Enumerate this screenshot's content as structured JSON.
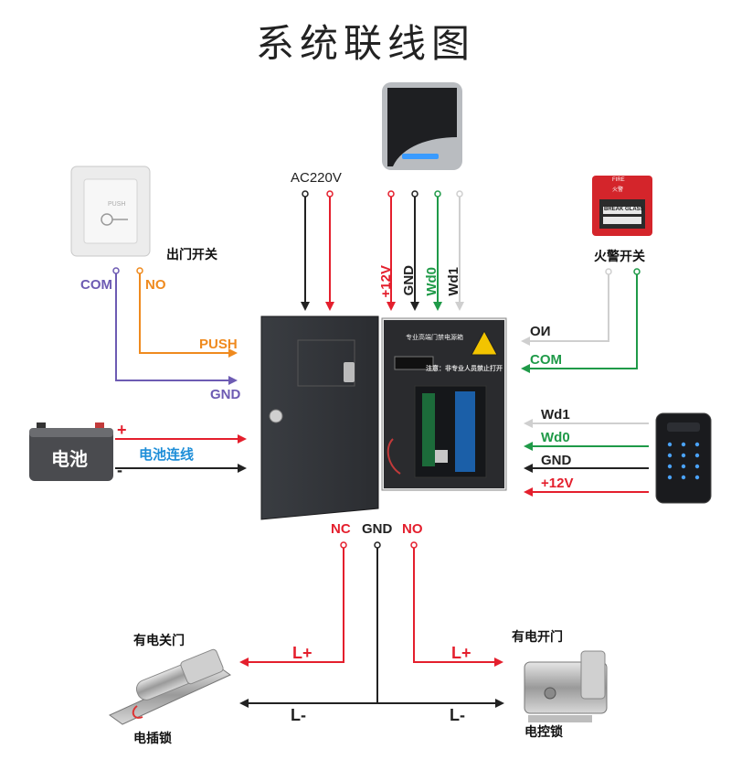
{
  "title": "系统联线图",
  "top": {
    "ac220v": "AC220V",
    "p12v": "+12V",
    "gnd": "GND",
    "wd0": "Wd0",
    "wd1": "Wd1"
  },
  "exit_button": {
    "name": "出门开关",
    "com": "COM",
    "no": "NO",
    "device_text": "PUSH",
    "push": "PUSH",
    "gnd": "GND"
  },
  "fire_alarm": {
    "name": "火警开关",
    "no": "NO",
    "com": "COM",
    "device_text_1": "FIRE",
    "device_text_2": "火警",
    "device_text_3": "BREAK GLASS"
  },
  "battery": {
    "name": "电池",
    "plus": "+",
    "minus": "-",
    "connection": "电池连线"
  },
  "power_box": {
    "header": "专业高端门禁电源箱",
    "notice": "注意：非专业人员禁止打开"
  },
  "keypad": {
    "wd1": "Wd1",
    "wd0": "Wd0",
    "gnd": "GND",
    "p12v": "+12V"
  },
  "lock_outputs": {
    "nc": "NC",
    "gnd": "GND",
    "no": "NO"
  },
  "locks": {
    "left_top_label": "有电关门",
    "left_bottom_label": "电插锁",
    "right_top_label": "有电开门",
    "right_bottom_label": "电控锁",
    "lplus_left": "L+",
    "lplus_right": "L+",
    "lminus_left": "L-",
    "lminus_right": "L-"
  },
  "colors": {
    "red": "#e41f2d",
    "green": "#1f9a48",
    "purple": "#6d5bb3",
    "orange": "#ef8a1e",
    "black": "#222222",
    "light_gray": "#cfcfcf"
  }
}
